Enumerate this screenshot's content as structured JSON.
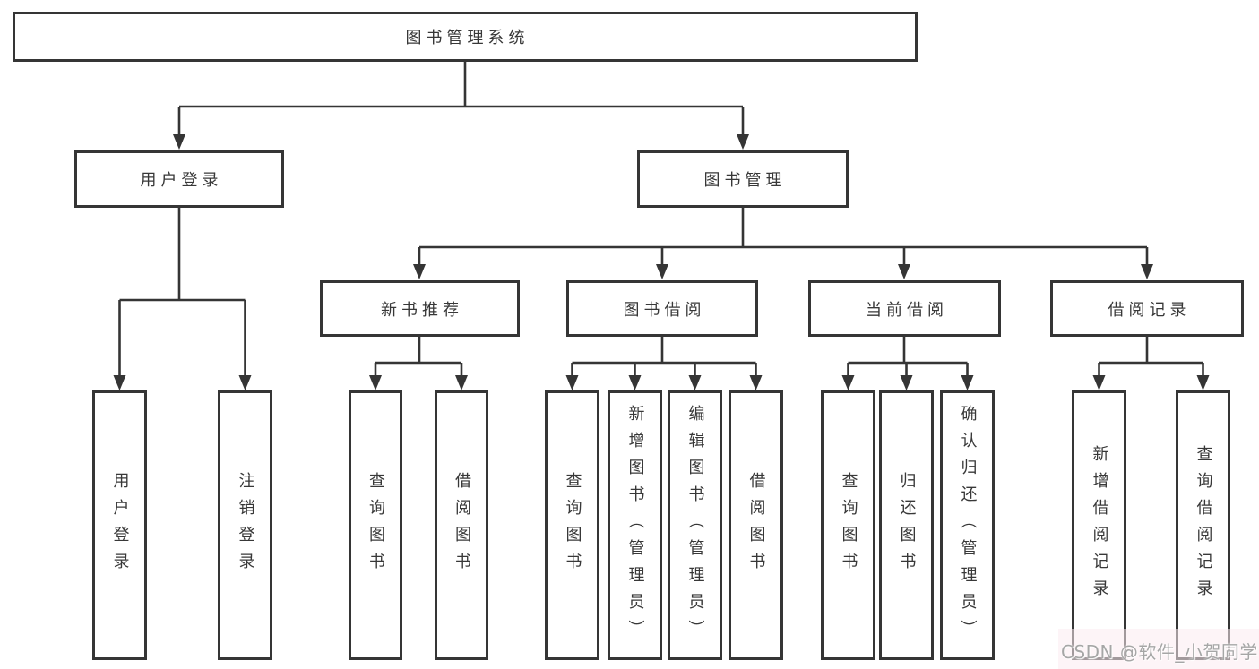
{
  "tree": {
    "root": "图书管理系统",
    "level2": [
      "用户登录",
      "图书管理"
    ],
    "level3": [
      "新书推荐",
      "图书借阅",
      "当前借阅",
      "借阅记录"
    ],
    "leaves": {
      "user_login": [
        "用户登录",
        "注销登录"
      ],
      "new_book": [
        "查询图书",
        "借阅图书"
      ],
      "book_borrow": [
        "查询图书",
        "新增图书（管理员）",
        "编辑图书（管理员）",
        "借阅图书"
      ],
      "current_borrow": [
        "查询图书",
        "归还图书",
        "确认归还（管理员）"
      ],
      "borrow_record": [
        "新增借阅记录",
        "查询借阅记录"
      ]
    }
  },
  "colors": {
    "line": "#353535",
    "text": "#383838",
    "box_bg": "#ffffff",
    "watermark": "#a6a6a6"
  },
  "watermark": "CSDN @软件_小贺同学"
}
